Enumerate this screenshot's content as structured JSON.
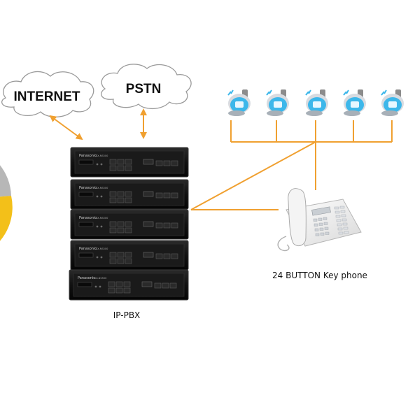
{
  "clouds": {
    "internet": "INTERNET",
    "pstn": "PSTN"
  },
  "labels": {
    "pbx": "IP-PBX",
    "key_phone": "24 BUTTON Key phone",
    "unit_brand": "Panasonic",
    "unit_model": "KX-NS500"
  },
  "handsets": {
    "count": 5
  },
  "colors": {
    "connector": "#f0a030",
    "arrow": "#f0a030",
    "pie_gray": "#b7b7b7",
    "pie_yellow": "#f3c019",
    "handset_body": "#3db7ea",
    "pbx_body": "#141414"
  }
}
